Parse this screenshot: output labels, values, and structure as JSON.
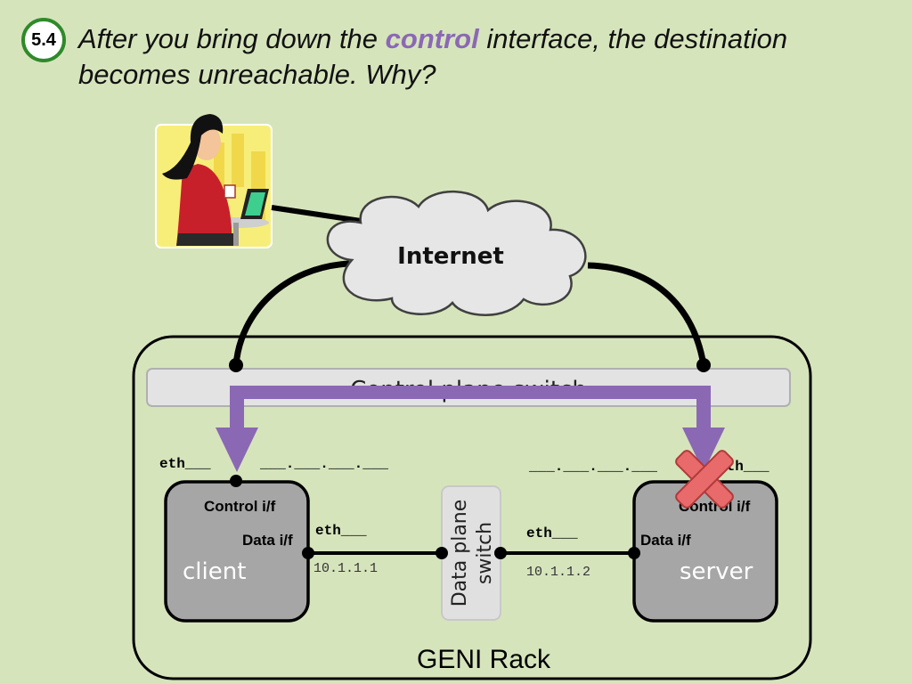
{
  "slide": {
    "badge": "5.4",
    "question_before": "After you bring down the ",
    "question_highlight": "control",
    "question_after": " interface, the destination becomes unreachable. Why?",
    "highlight_color": "#8b68b4"
  },
  "diagram": {
    "internet_label": "Internet",
    "control_switch_label": "Control plane switch",
    "rack_label": "GENI Rack",
    "data_switch_label_line1": "Data plane",
    "data_switch_label_line2": "switch",
    "client": {
      "name": "client",
      "control_if": "Control i/f",
      "data_if": "Data i/f",
      "eth_control": "eth___",
      "ip_blank": "___.___.___.___",
      "eth_data": "eth___",
      "data_ip": "10.1.1.1"
    },
    "server": {
      "name": "server",
      "control_if": "Control i/f",
      "data_if": "Data i/f",
      "eth_control": "eth___",
      "ip_blank": "___.___.___.___",
      "eth_data": "eth___",
      "data_ip": "10.1.1.2"
    },
    "user_icon": "woman-with-laptop-clipart",
    "blocked_icon": "red-x-icon",
    "arrow_color": "#8b68b4"
  }
}
